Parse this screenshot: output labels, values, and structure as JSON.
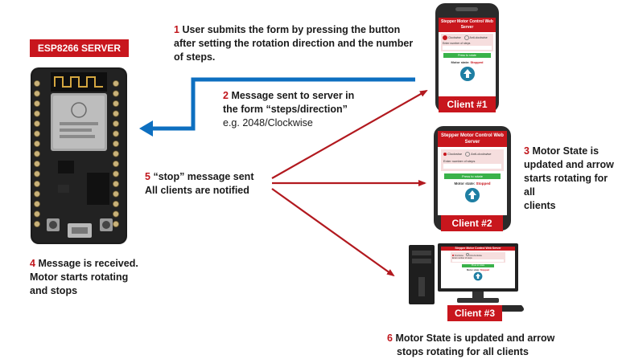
{
  "server": {
    "label": "ESP8266 SERVER"
  },
  "steps": [
    {
      "num": "1",
      "lines": [
        "User submits the form by pressing the button",
        "after setting the rotation direction and the number",
        "of steps."
      ]
    },
    {
      "num": "2",
      "lines": [
        "Message sent to server in",
        "the form “steps/direction”",
        "e.g. 2048/Clockwise"
      ]
    },
    {
      "num": "3",
      "lines": [
        "Motor State is",
        "updated and arrow",
        "starts rotating for all",
        "clients"
      ]
    },
    {
      "num": "4",
      "lines": [
        "Message is received.",
        "Motor starts rotating",
        "and stops"
      ]
    },
    {
      "num": "5",
      "lines": [
        "“stop” message sent",
        "All clients are notified"
      ]
    },
    {
      "num": "6",
      "lines": [
        "Motor State is updated and arrow",
        "stops rotating for all clients"
      ]
    }
  ],
  "clients": [
    {
      "label": "Client #1"
    },
    {
      "label": "Client #2"
    },
    {
      "label": "Client #3"
    }
  ],
  "webapp": {
    "title": "Stepper Motor Control Web Server",
    "clockwise": "Clockwise",
    "anticlockwise": "Anti-clockwise",
    "steps_placeholder": "Enter number of steps",
    "button": "Press to rotate",
    "motor_state_label": "Motor state:",
    "motor_state_value": "Stopped"
  },
  "colors": {
    "accent_red": "#c8161d",
    "arrow_blue": "#0d6fc0",
    "button_green": "#3ab24a",
    "arrow_teal": "#1f7fa3"
  }
}
